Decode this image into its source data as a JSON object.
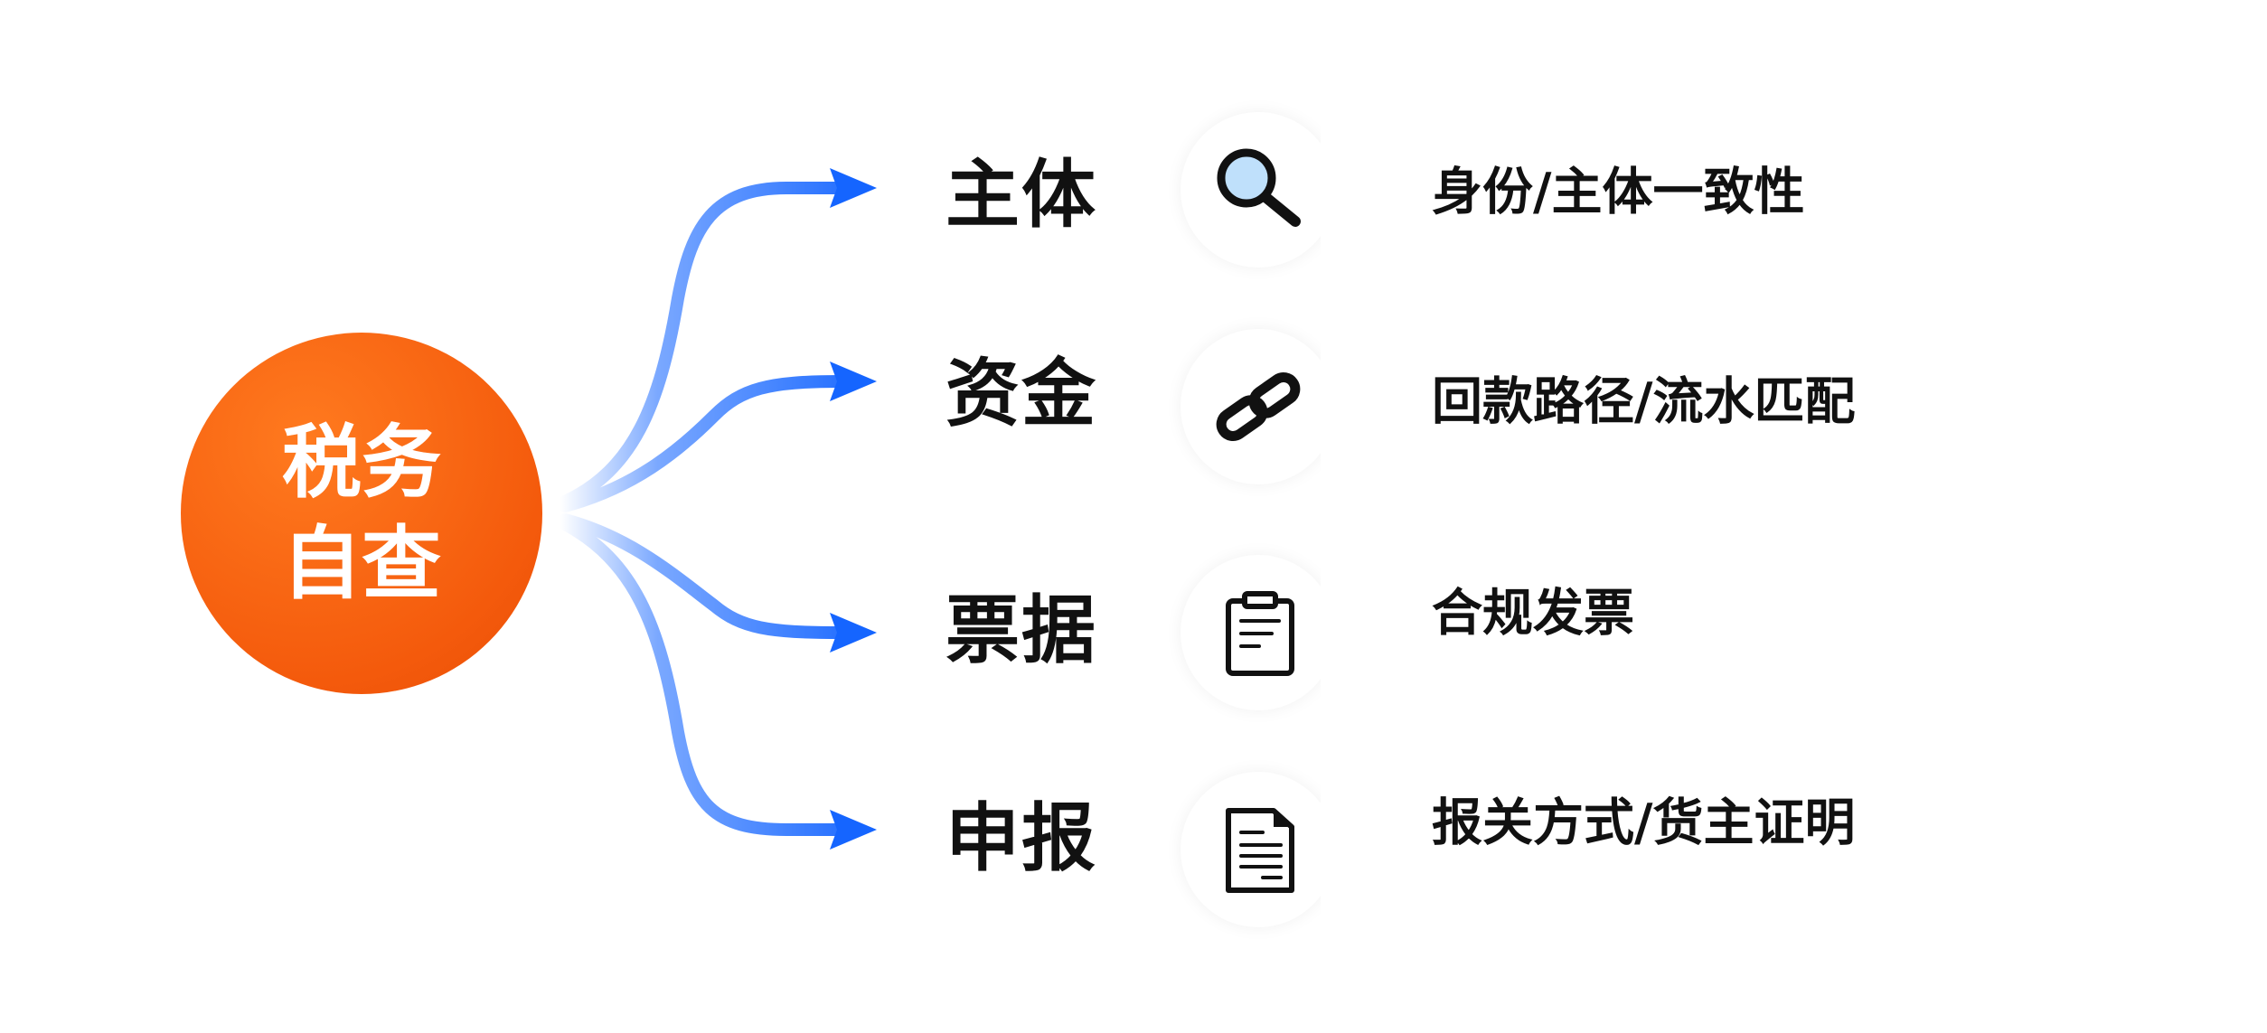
{
  "hub": {
    "line1": "税务",
    "line2": "自查",
    "color": "#f45a0c"
  },
  "arrow_color": "#1565ff",
  "branches": [
    {
      "label": "主体",
      "icon": "magnifier-icon",
      "description": "身份/主体一致性"
    },
    {
      "label": "资金",
      "icon": "link-icon",
      "description": "回款路径/流水匹配"
    },
    {
      "label": "票据",
      "icon": "clipboard-icon",
      "description": "合规发票"
    },
    {
      "label": "申报",
      "icon": "document-icon",
      "description": "报关方式/货主证明"
    }
  ]
}
